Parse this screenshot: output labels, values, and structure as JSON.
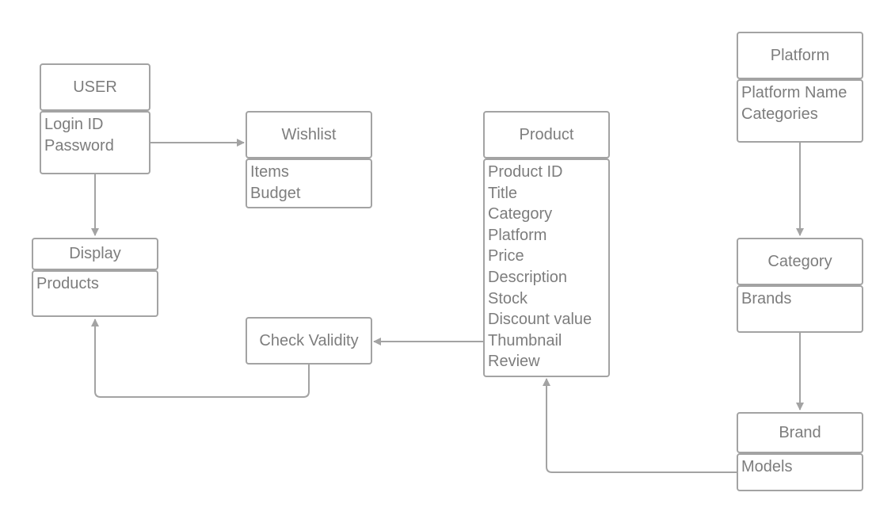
{
  "entities": {
    "user": {
      "title": "USER",
      "fields": [
        "Login ID",
        "Password"
      ]
    },
    "wishlist": {
      "title": "Wishlist",
      "fields": [
        "Items",
        "Budget"
      ]
    },
    "display": {
      "title": "Display",
      "fields": [
        "Products"
      ]
    },
    "check_validity": {
      "title": "Check Validity"
    },
    "product": {
      "title": "Product",
      "fields": [
        "Product ID",
        "Title",
        "Category",
        "Platform",
        "Price",
        "Description",
        "Stock",
        "Discount value",
        "Thumbnail",
        "Review"
      ]
    },
    "platform": {
      "title": "Platform",
      "fields": [
        "Platform Name",
        "Categories"
      ]
    },
    "category": {
      "title": "Category",
      "fields": [
        "Brands"
      ]
    },
    "brand": {
      "title": "Brand",
      "fields": [
        "Models"
      ]
    }
  },
  "connectors": [
    {
      "from": "USER",
      "to": "Wishlist"
    },
    {
      "from": "USER",
      "to": "Display"
    },
    {
      "from": "Product",
      "to": "Check Validity"
    },
    {
      "from": "Check Validity",
      "to": "Display"
    },
    {
      "from": "Platform",
      "to": "Category"
    },
    {
      "from": "Category",
      "to": "Brand"
    },
    {
      "from": "Brand",
      "to": "Product"
    }
  ],
  "colors": {
    "line": "#a3a3a3",
    "text": "#7d7d7d",
    "background": "#ffffff"
  }
}
